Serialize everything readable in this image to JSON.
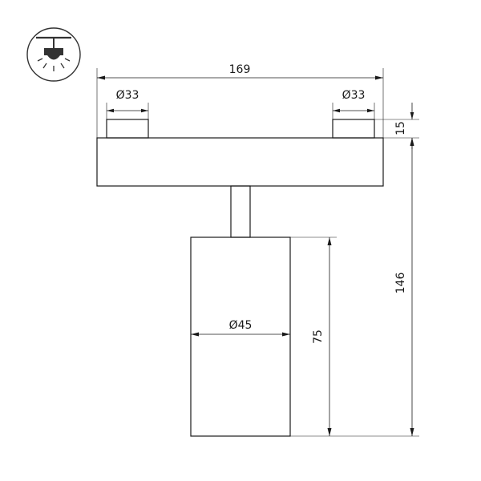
{
  "icon": {
    "name": "ceiling-downlight-icon"
  },
  "dimensions": {
    "overall_width": "169",
    "left_adapter_diameter": "Ø33",
    "right_adapter_diameter": "Ø33",
    "adapter_height": "15",
    "total_height": "146",
    "head_diameter": "Ø45",
    "head_height": "75"
  }
}
